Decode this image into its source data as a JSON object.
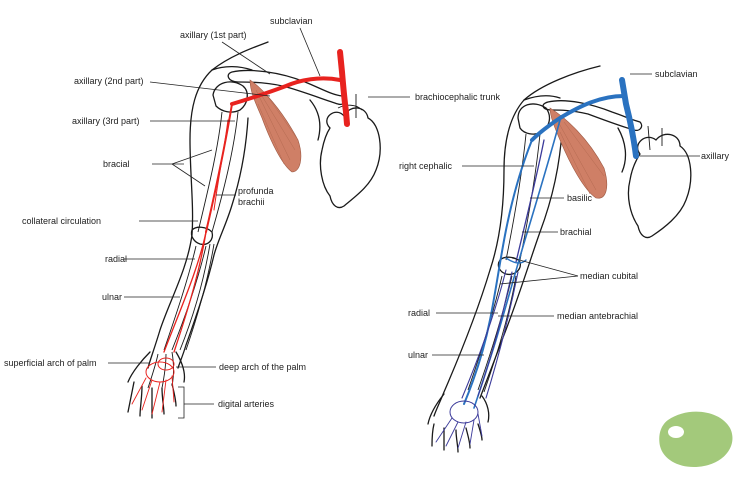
{
  "arterial_labels": {
    "subclavian": "subclavian",
    "axillary_1st": "axillary (1st part)",
    "axillary_2nd": "axillary (2nd part)",
    "axillary_3rd": "axillary (3rd part)",
    "brachiocephalic": "brachiocephalic trunk",
    "bracial": "bracial",
    "profunda_1": "profunda",
    "profunda_2": "brachii",
    "collateral": "collateral circulation",
    "radial": "radial",
    "ulnar": "ulnar",
    "superficial_arch": "superficial arch of palm",
    "deep_arch": "deep arch of the palm",
    "digital": "digital arteries"
  },
  "venous_labels": {
    "subclavian": "subclavian",
    "axillary": "axillary",
    "right_cephalic": "right cephalic",
    "basilic": "basilic",
    "brachial": "brachial",
    "median_cubital": "median cubital",
    "radial": "radial",
    "median_antebrachial": "median antebrachial",
    "ulnar": "ulnar"
  },
  "colors": {
    "artery": "#e8231f",
    "muscle": "#cf7f66",
    "vein_main": "#2a72c0",
    "vein_deep": "#3b3a9a",
    "blob": "#a3c97b",
    "outline": "#1a1a1a"
  }
}
